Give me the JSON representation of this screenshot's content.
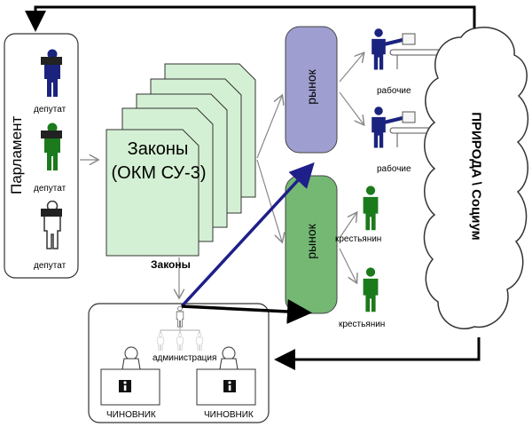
{
  "parliament": {
    "title": "Парламент",
    "deputies": [
      {
        "label": "депутат",
        "color": "#1a237e"
      },
      {
        "label": "депутат",
        "color": "#1b7a1b"
      },
      {
        "label": "депутат",
        "color": "#ffffff"
      }
    ]
  },
  "laws": {
    "title_line1": "Законы",
    "title_line2": "(ОКМ СУ-3)",
    "caption": "Законы",
    "page_color": "#d4f0d4"
  },
  "markets": [
    {
      "label": "рынок",
      "color": "#9e9ed0"
    },
    {
      "label": "рынок",
      "color": "#74b874"
    }
  ],
  "workers": [
    {
      "label": "рабочие",
      "color": "#1a237e"
    },
    {
      "label": "рабочие",
      "color": "#1a237e"
    }
  ],
  "peasants": [
    {
      "label": "крестьянин",
      "color": "#1b7a1b"
    },
    {
      "label": "крестьянин",
      "color": "#1b7a1b"
    }
  ],
  "nature": {
    "label": "ПРИРОДА \\ Социум"
  },
  "administration": {
    "label": "администрация",
    "officials": [
      {
        "label": "ЧИНОВНИК"
      },
      {
        "label": "ЧИНОВНИК"
      }
    ]
  },
  "arrow_colors": {
    "blue": "#1f1f8a",
    "black": "#000000"
  }
}
